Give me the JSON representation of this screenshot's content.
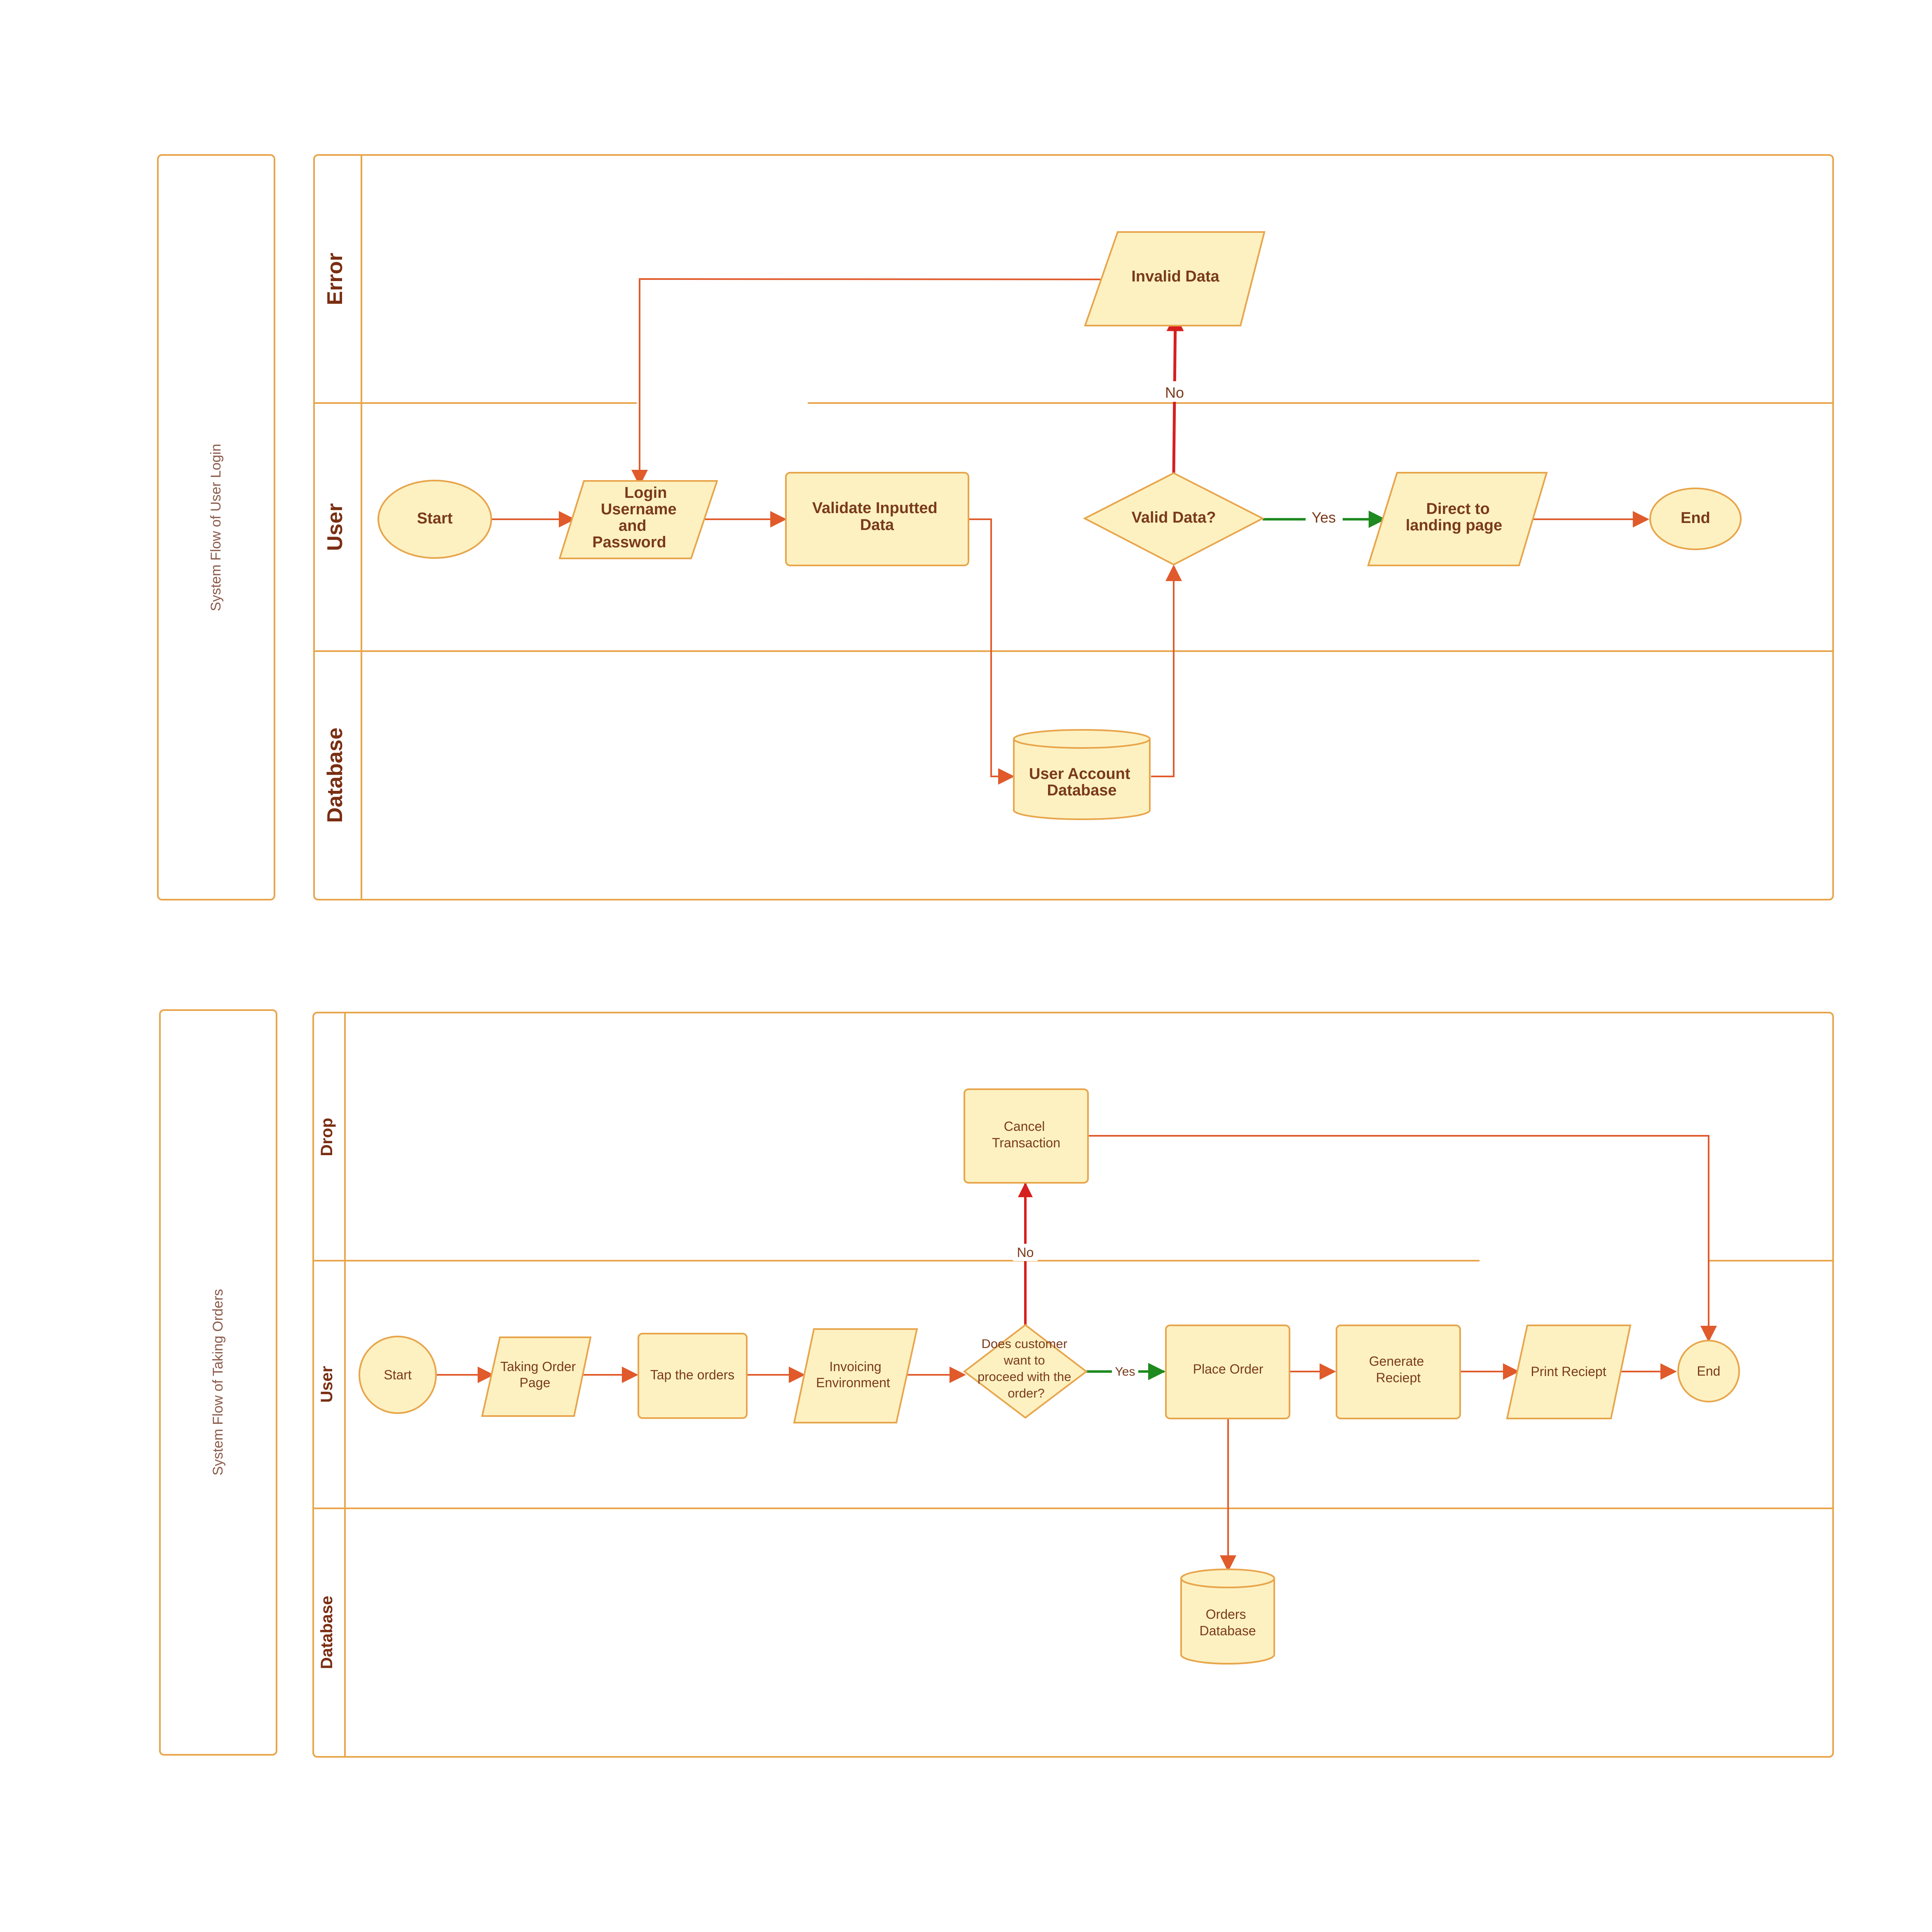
{
  "colors": {
    "border": "#e8a54b",
    "fill": "#fdf1c2",
    "edge": "#e05a2b",
    "no_edge": "#d61f1f",
    "yes_edge": "#1f8a1f",
    "text": "#7a3a1a"
  },
  "diagram1": {
    "title": "System Flow of User Login",
    "lanes": {
      "error": "Error",
      "user": "User",
      "database": "Database"
    },
    "nodes": {
      "start": "Start",
      "login": [
        "Login",
        "Username",
        "and",
        "Password"
      ],
      "validate": [
        "Validate Inputted",
        "Data"
      ],
      "user_db": [
        "User Account",
        "Database"
      ],
      "valid": "Valid Data?",
      "invalid": "Invalid Data",
      "direct": [
        "Direct to",
        "landing page"
      ],
      "end": "End"
    },
    "labels": {
      "yes": "Yes",
      "no": "No"
    }
  },
  "diagram2": {
    "title": "System Flow of Taking Orders",
    "lanes": {
      "drop": "Drop",
      "user": "User",
      "database": "Database"
    },
    "nodes": {
      "start": "Start",
      "taking_order": [
        "Taking Order",
        "Page"
      ],
      "tap_orders": "Tap the orders",
      "invoicing": [
        "Invoicing",
        "Environment"
      ],
      "decision": [
        "Does customer",
        "want to",
        "proceed with the",
        "order?"
      ],
      "cancel": [
        "Cancel",
        "Transaction"
      ],
      "place_order": "Place Order",
      "generate": [
        "Generate",
        "Reciept"
      ],
      "print": "Print Reciept",
      "end": "End",
      "orders_db": [
        "Orders",
        "Database"
      ]
    },
    "labels": {
      "yes": "Yes",
      "no": "No"
    }
  }
}
